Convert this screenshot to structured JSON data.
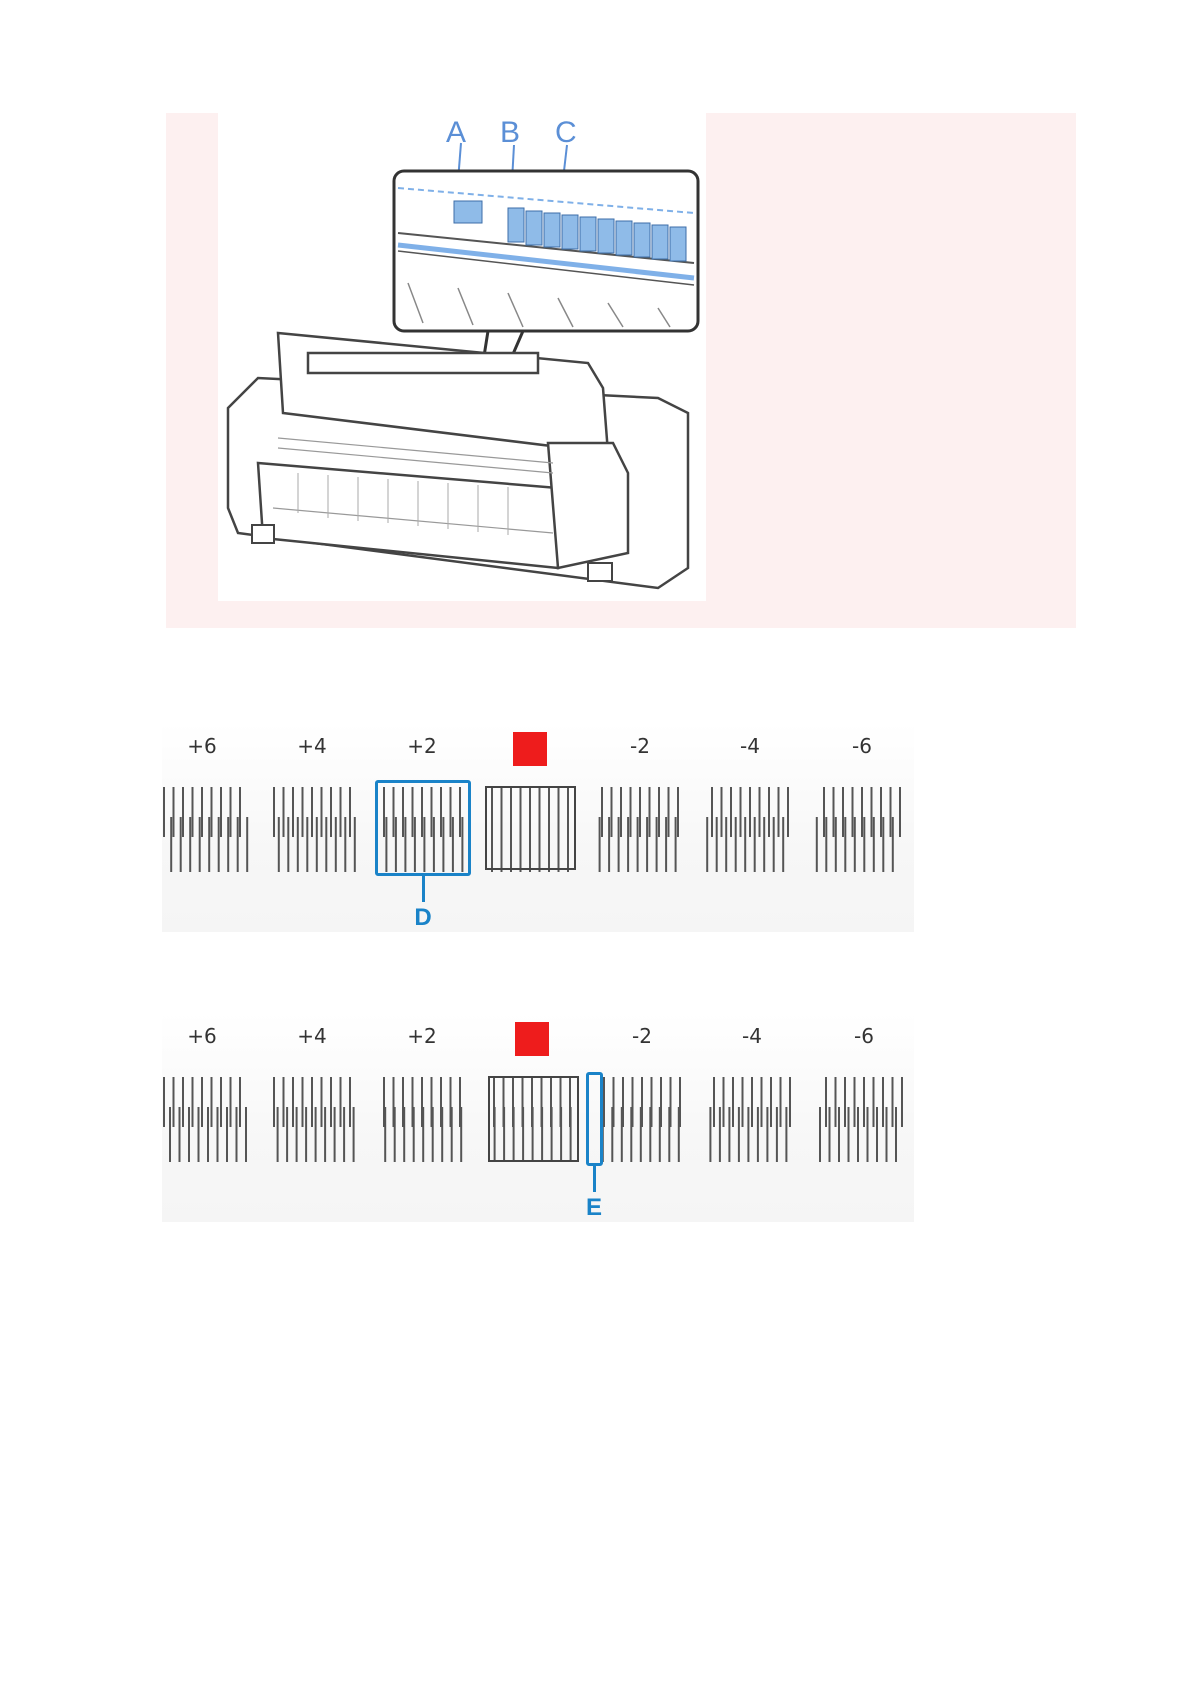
{
  "figure1": {
    "callouts": [
      "A",
      "B",
      "C"
    ]
  },
  "pattern1": {
    "labels": [
      "+6",
      "+4",
      "+2",
      "",
      "-2",
      "-4",
      "-6"
    ],
    "callout": "D"
  },
  "pattern2": {
    "labels": [
      "+6",
      "+4",
      "+2",
      "",
      "-2",
      "-4",
      "-6"
    ],
    "callout": "E"
  },
  "colors": {
    "panel_bg": "#fdf0f0",
    "callout_light": "#5b8fd6",
    "callout_bold": "#1a83c8",
    "standard_marker": "#ee1c1c"
  },
  "icons": [
    "printer-illustration",
    "standard-marker-square"
  ]
}
